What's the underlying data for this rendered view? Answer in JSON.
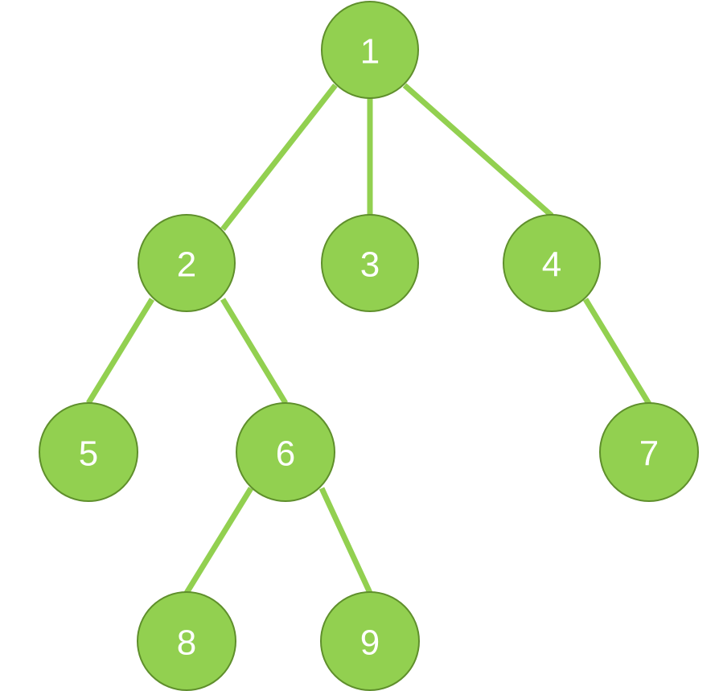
{
  "tree": {
    "colors": {
      "node_fill": "#92d050",
      "node_outline": "#5f8f2c",
      "edge": "#92d050",
      "label": "#ffffff"
    },
    "nodes": [
      {
        "id": "1",
        "label": "1"
      },
      {
        "id": "2",
        "label": "2"
      },
      {
        "id": "3",
        "label": "3"
      },
      {
        "id": "4",
        "label": "4"
      },
      {
        "id": "5",
        "label": "5"
      },
      {
        "id": "6",
        "label": "6"
      },
      {
        "id": "7",
        "label": "7"
      },
      {
        "id": "8",
        "label": "8"
      },
      {
        "id": "9",
        "label": "9"
      }
    ],
    "edges": [
      {
        "from": "1",
        "to": "2"
      },
      {
        "from": "1",
        "to": "3"
      },
      {
        "from": "1",
        "to": "4"
      },
      {
        "from": "2",
        "to": "5"
      },
      {
        "from": "2",
        "to": "6"
      },
      {
        "from": "4",
        "to": "7"
      },
      {
        "from": "6",
        "to": "8"
      },
      {
        "from": "6",
        "to": "9"
      }
    ]
  }
}
